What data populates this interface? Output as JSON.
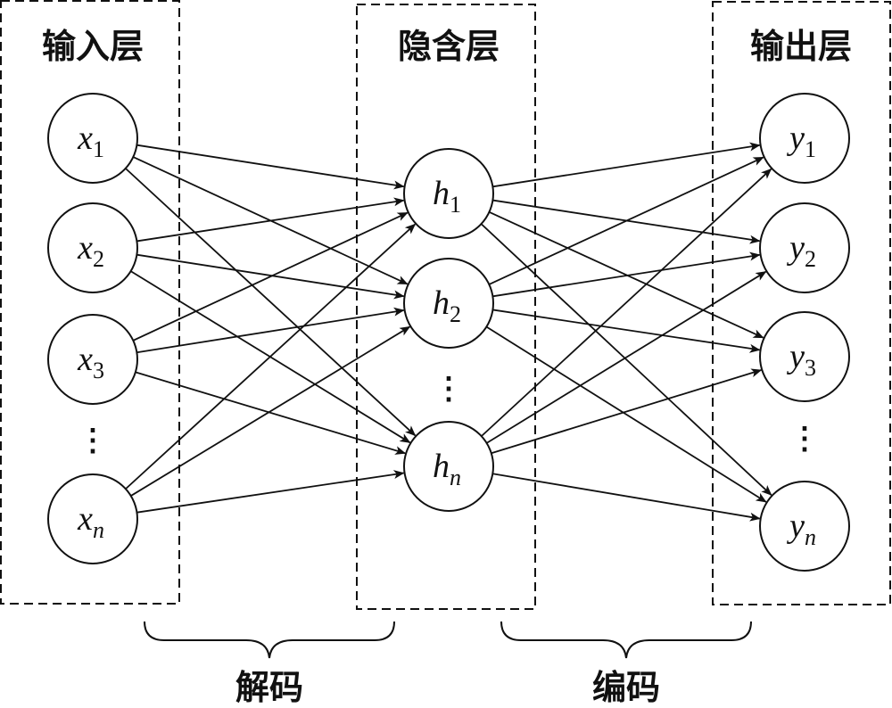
{
  "layers": {
    "input": {
      "title": "输入层",
      "nodes": [
        {
          "var": "x",
          "sub": "1"
        },
        {
          "var": "x",
          "sub": "2"
        },
        {
          "var": "x",
          "sub": "3"
        },
        {
          "var": "x",
          "sub": "n"
        }
      ]
    },
    "hidden": {
      "title": "隐含层",
      "nodes": [
        {
          "var": "h",
          "sub": "1"
        },
        {
          "var": "h",
          "sub": "2"
        },
        {
          "var": "h",
          "sub": "n"
        }
      ]
    },
    "output": {
      "title": "输出层",
      "nodes": [
        {
          "var": "y",
          "sub": "1"
        },
        {
          "var": "y",
          "sub": "2"
        },
        {
          "var": "y",
          "sub": "3"
        },
        {
          "var": "y",
          "sub": "n"
        }
      ]
    }
  },
  "ellipsis": "⋮",
  "braces": {
    "left_label": "解码",
    "right_label": "编码"
  }
}
